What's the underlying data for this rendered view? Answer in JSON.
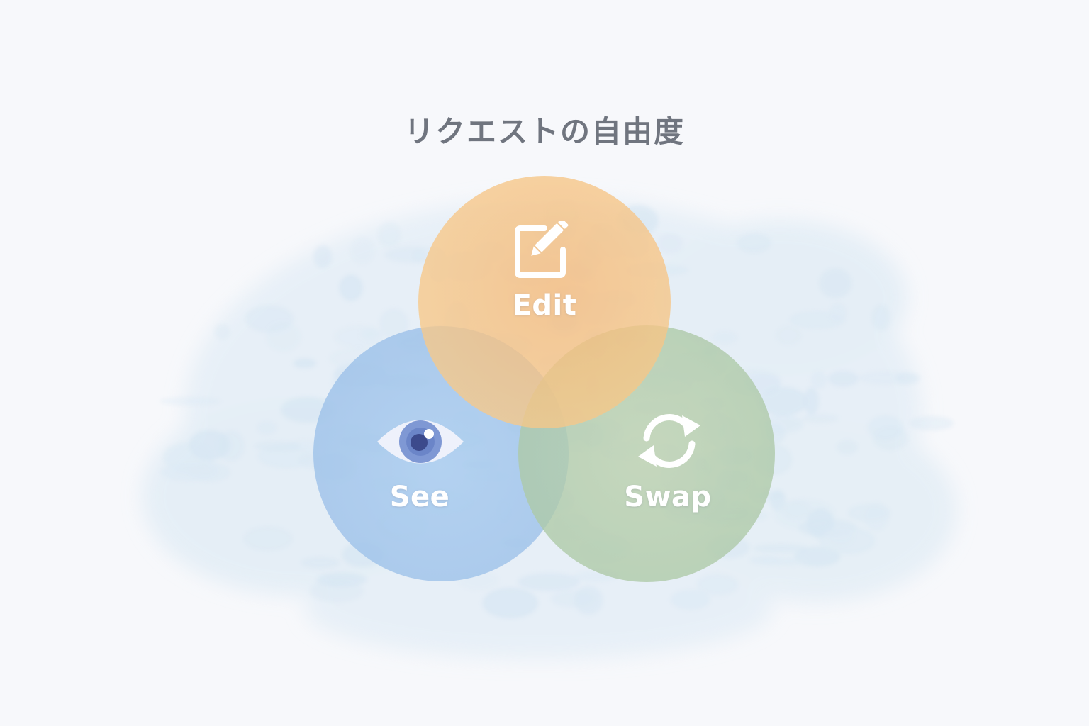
{
  "title": "リクエストの自由度",
  "colors": {
    "background": "#f7f8fb",
    "wash": "#d4e6f3",
    "edit": "#f7c37c",
    "see": "#9ec3ec",
    "swap": "#b3cca5",
    "title": "#70757f",
    "label": "#ffffff",
    "iris": "#6f88c9",
    "pupil": "#3c4a8c"
  },
  "circles": [
    {
      "id": "edit",
      "label": "Edit",
      "icon": "edit-icon"
    },
    {
      "id": "see",
      "label": "See",
      "icon": "eye-icon"
    },
    {
      "id": "swap",
      "label": "Swap",
      "icon": "swap-icon"
    }
  ]
}
